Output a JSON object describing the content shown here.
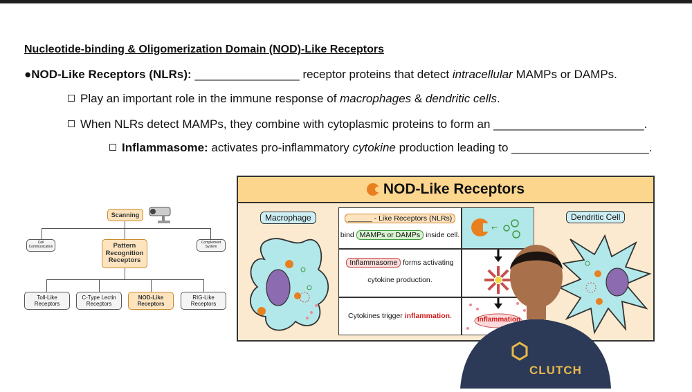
{
  "heading": "Nucleotide-binding & Oligomerization Domain (NOD)-Like Receptors",
  "bullet1": {
    "marker": "●",
    "bold_label": "NOD-Like Receptors (NLRs):",
    "blank": "________________",
    "text_before": " receptor proteins that detect ",
    "italic": "intracellular",
    "text_after": " MAMPs or DAMPs."
  },
  "sub1": {
    "text_before": "Play an important role in the immune response of ",
    "italic1": "macrophages",
    "amp": " & ",
    "italic2": "dendritic cells",
    "end": "."
  },
  "sub2": {
    "text": "When NLRs detect MAMPs, they combine with cytoplasmic proteins to form an ",
    "blank": "_______________________",
    "end": "."
  },
  "sub3": {
    "bold_label": "Inflammasome:",
    "text_before": " activates pro-inflammatory ",
    "italic": "cytokine",
    "text_after": " production leading to ",
    "blank": "_____________________",
    "end": "."
  },
  "hierarchy": {
    "root": "Scanning",
    "left_leaf": "Cell Communication",
    "center": "Pattern Recognition Receptors",
    "right_leaf": "Complement System",
    "children": [
      "Toll-Like Receptors",
      "C-Type Lectin Receptors",
      "NOD-Like Receptors",
      "RIG-Like Receptors"
    ]
  },
  "figure": {
    "title": "NOD-Like Receptors",
    "left_label": "Macrophage",
    "right_label": "Dendritic Cell",
    "row1_line1_blank": "______",
    "row1_line1_text": " - Like Receptors (NLRs)",
    "row1_line2_before": "bind ",
    "row1_line2_tag": "MAMPs or DAMPs",
    "row1_line2_after": " inside cell.",
    "row2_tag": "Inflammasome",
    "row2_after": " forms activating",
    "row2_line2": "cytokine production.",
    "row3_before": "Cytokines trigger ",
    "row3_red": "inflammation",
    "row3_end": ".",
    "row3_badge": "Inflammation"
  },
  "presenter": {
    "shirt_text": "CLUTCH"
  },
  "colors": {
    "header_bg": "#fcd68d",
    "figure_bg": "#fbeacf",
    "cell_fill": "#b2e8ea",
    "accent_orange": "#e9801f",
    "highlight_red": "#d11a1a"
  }
}
